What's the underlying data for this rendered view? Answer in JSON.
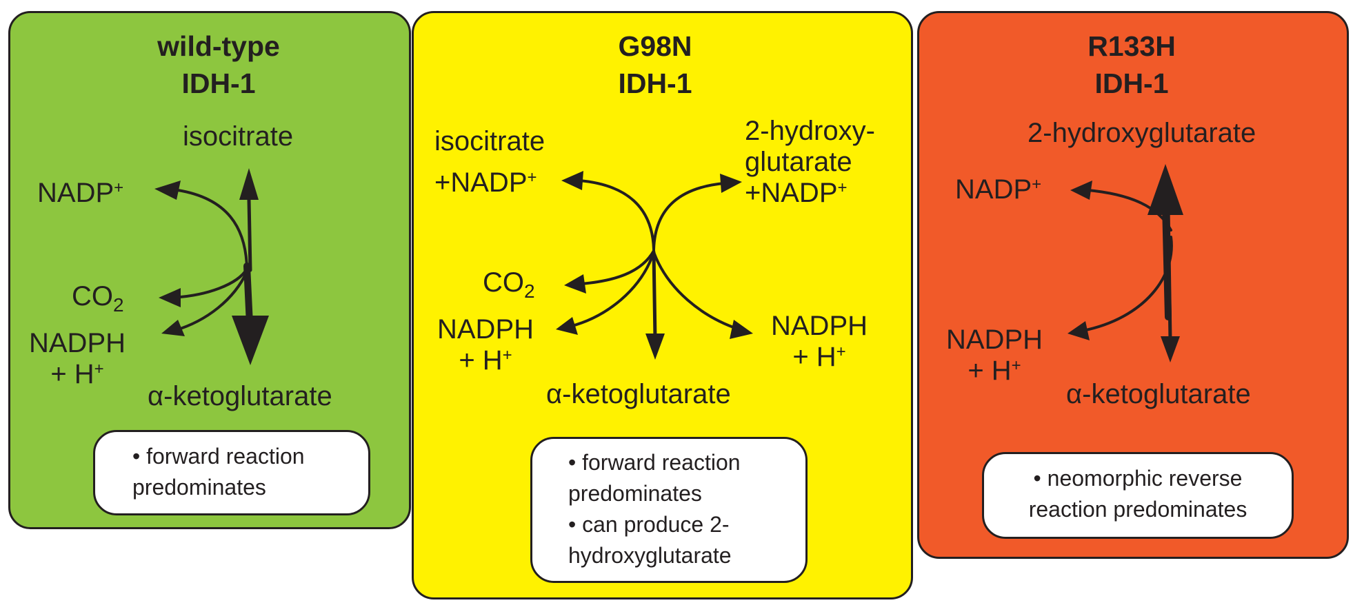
{
  "colors": {
    "wild_type": "#8dc63f",
    "g98n": "#fff200",
    "r133h": "#f15a29",
    "ink": "#231f20",
    "note_bg": "#ffffff"
  },
  "panels": [
    {
      "title_line1": "wild-type",
      "title_line2": "IDH-1",
      "labels": {
        "isocitrate": "isocitrate",
        "nadp": "NADP",
        "nadp_sup": "+",
        "co": "CO",
        "co_sub": "2",
        "nadph": "NADPH",
        "h": "+ H",
        "h_sup": "+",
        "akg": "α-ketoglutarate"
      },
      "notes": [
        "forward reaction predominates"
      ]
    },
    {
      "title_line1": "G98N",
      "title_line2": "IDH-1",
      "labels": {
        "isocitrate": "isocitrate",
        "plus_nadp": "+NADP",
        "plus_nadp_sup": "+",
        "hg_line1": "2-hydroxy-",
        "hg_line2": "glutarate",
        "hg_nadp": "+NADP",
        "hg_nadp_sup": "+",
        "co": "CO",
        "co_sub": "2",
        "nadph_left": "NADPH",
        "h_left": "+ H",
        "h_left_sup": "+",
        "nadph_right": "NADPH",
        "h_right": "+ H",
        "h_right_sup": "+",
        "akg": "α-ketoglutarate"
      },
      "notes": [
        "forward reaction predominates",
        "can produce 2-hydroxyglutarate"
      ]
    },
    {
      "title_line1": "R133H",
      "title_line2": "IDH-1",
      "labels": {
        "hg": "2-hydroxyglutarate",
        "nadp": "NADP",
        "nadp_sup": "+",
        "nadph": "NADPH",
        "h": "+ H",
        "h_sup": "+",
        "akg": "α-ketoglutarate"
      },
      "notes": [
        "neomorphic reverse reaction predominates"
      ]
    }
  ]
}
